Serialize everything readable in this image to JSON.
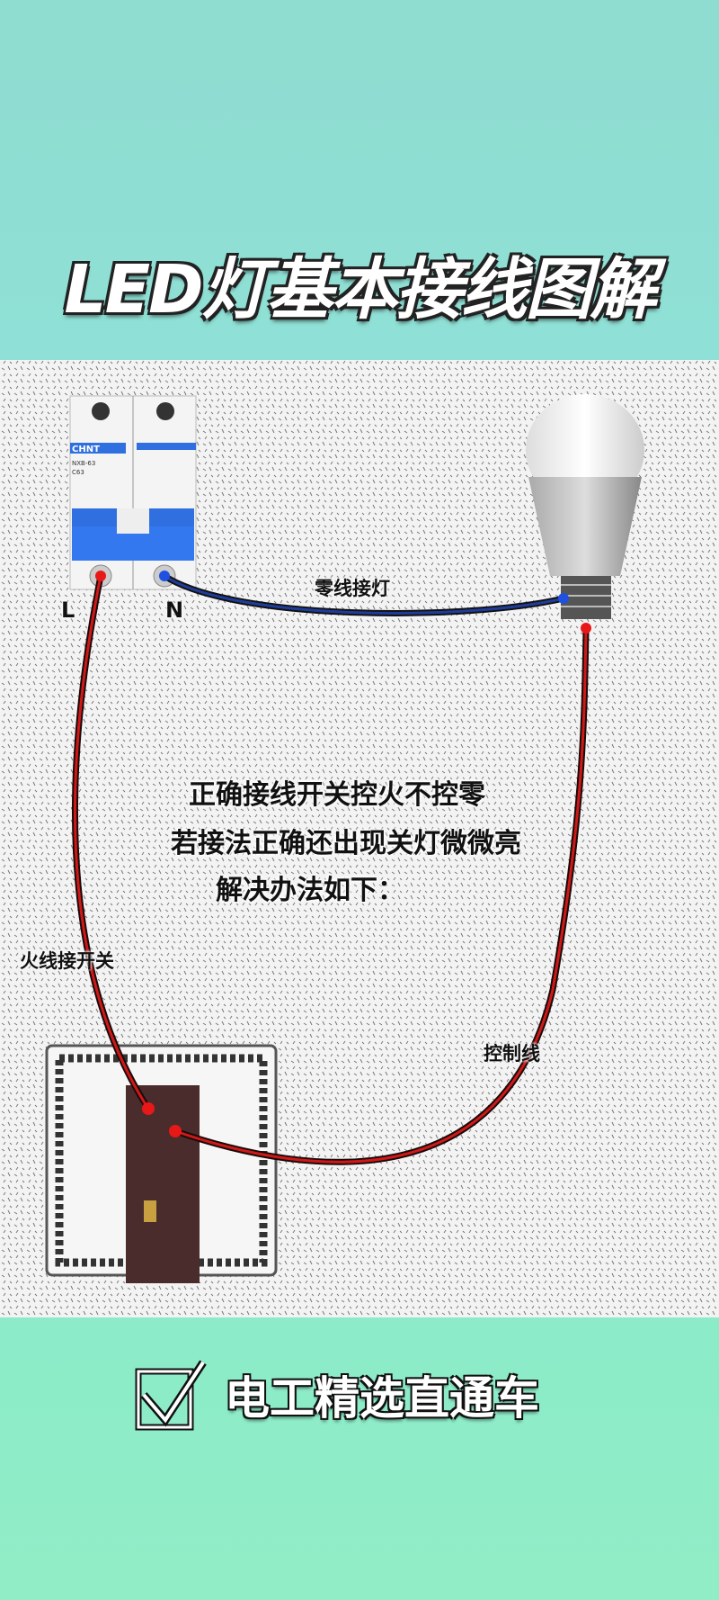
{
  "header": {
    "title": "LED灯基本接线图解"
  },
  "diagram": {
    "breaker": {
      "brand": "CHNT",
      "model": "NXB-63",
      "rating": "C63",
      "terminal_left": "L",
      "terminal_right": "N"
    },
    "labels": {
      "neutral_to_lamp": "零线接灯",
      "live_to_switch": "火线接开关",
      "control_wire": "控制线"
    },
    "notes": [
      "正确接线开关控火不控零",
      "若接法正确还出现关灯微微亮",
      "解决办法如下："
    ],
    "colors": {
      "live_wire": "#d01818",
      "neutral_wire": "#1f3c9a",
      "breaker_blue": "#2f6fe0",
      "switch_body": "#4a2c2c"
    }
  },
  "footer": {
    "brand": "电工精选直通车",
    "icon": "checkbox-check-icon"
  }
}
